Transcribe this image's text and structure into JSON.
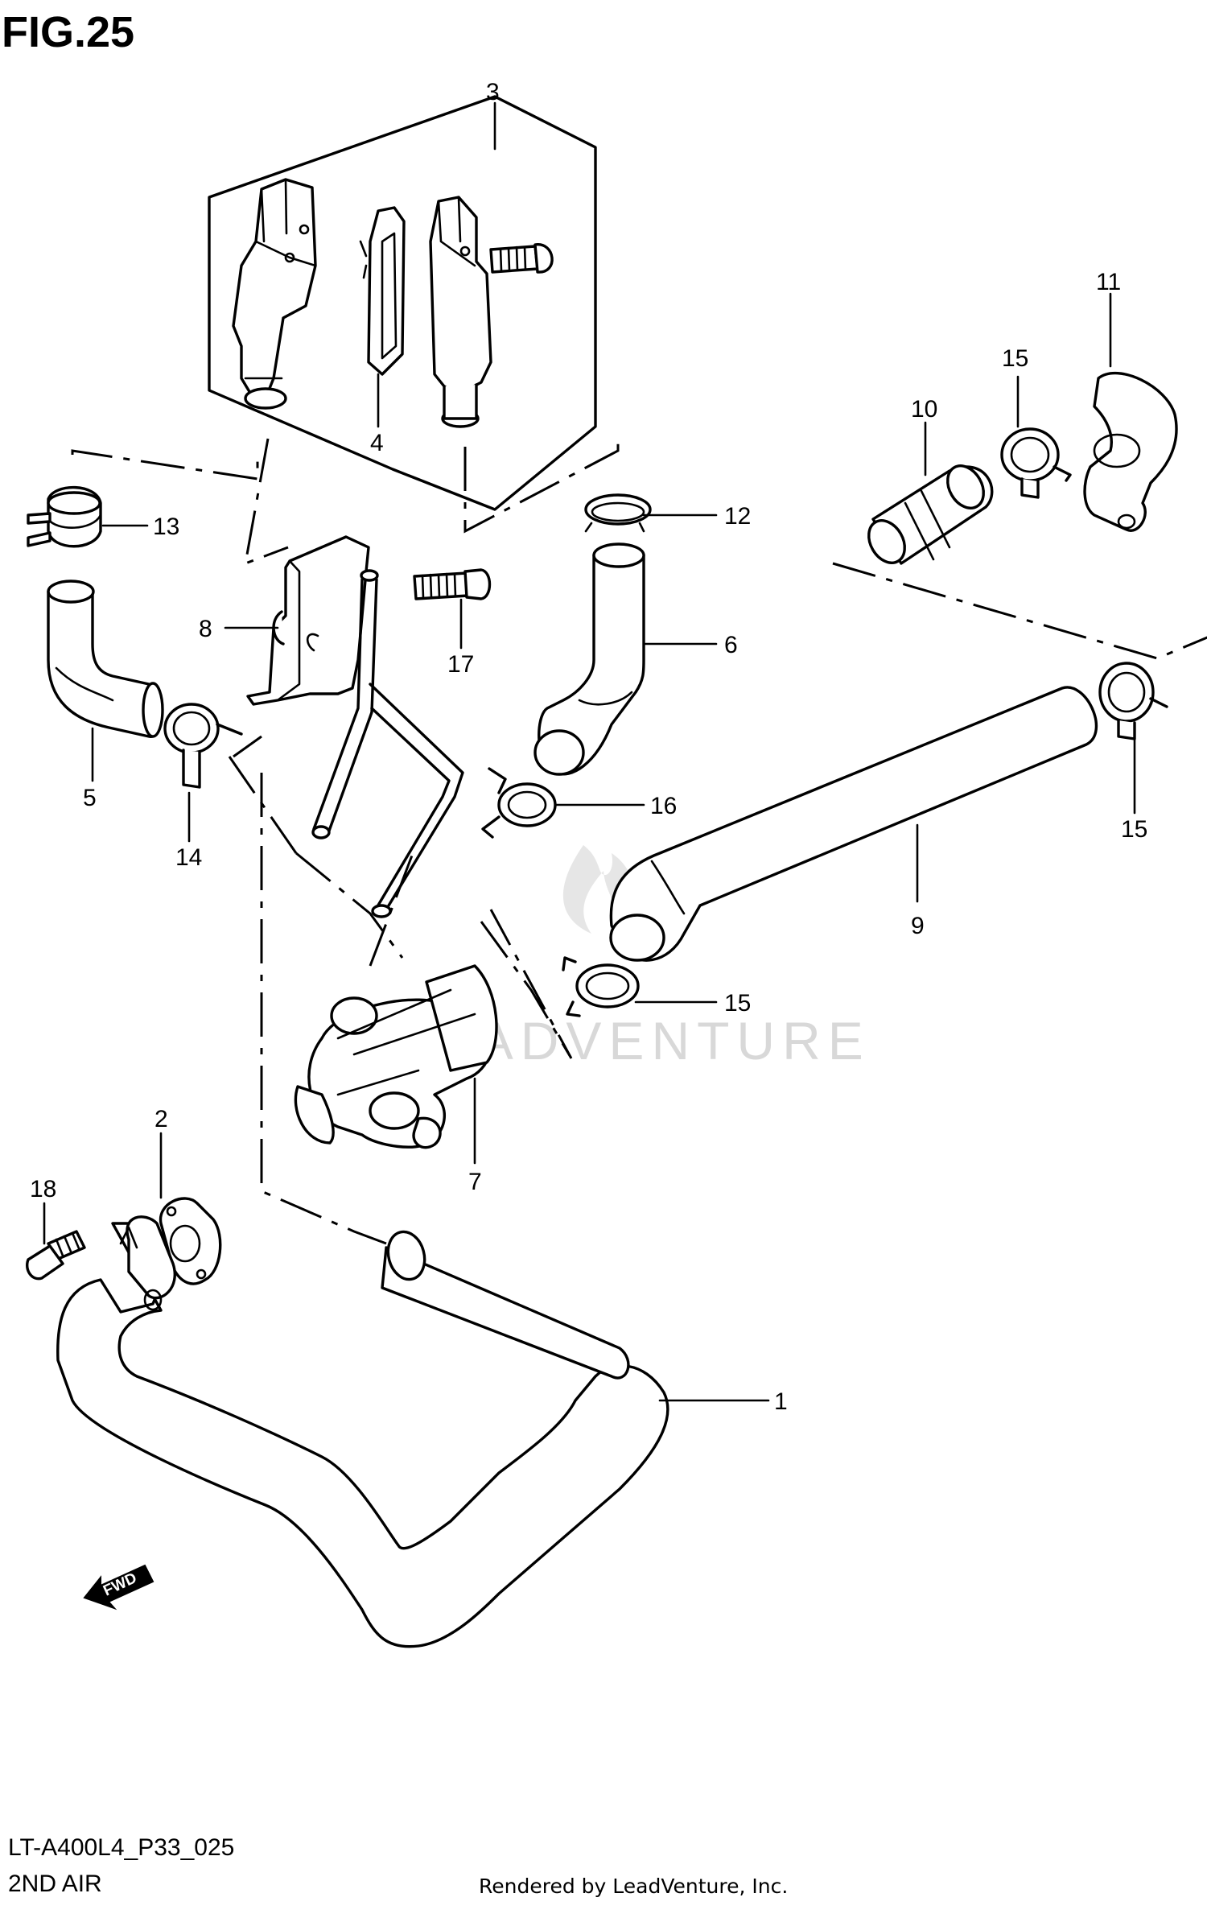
{
  "figure": {
    "title": "FIG.25",
    "model_code": "LT-A400L4_P33_025",
    "section_name": "2ND AIR",
    "credit": "Rendered by LeadVenture, Inc.",
    "watermark": "LEADVENTURE",
    "direction_marker": "FWD"
  },
  "callouts": [
    {
      "id": "1",
      "part": "hose"
    },
    {
      "id": "2",
      "part": "gasket"
    },
    {
      "id": "3",
      "part": "reed valve assembly"
    },
    {
      "id": "4",
      "part": "reed valve plate"
    },
    {
      "id": "5",
      "part": "hose"
    },
    {
      "id": "6",
      "part": "hose"
    },
    {
      "id": "7",
      "part": "solenoid valve"
    },
    {
      "id": "8",
      "part": "bracket"
    },
    {
      "id": "9",
      "part": "hose"
    },
    {
      "id": "10",
      "part": "joint"
    },
    {
      "id": "11",
      "part": "cap"
    },
    {
      "id": "12",
      "part": "clamp ring"
    },
    {
      "id": "13",
      "part": "clamp"
    },
    {
      "id": "14",
      "part": "clamp"
    },
    {
      "id": "15",
      "part": "clamp"
    },
    {
      "id": "16",
      "part": "clamp"
    },
    {
      "id": "17",
      "part": "bolt"
    },
    {
      "id": "18",
      "part": "bolt"
    }
  ],
  "colors": {
    "line": "#000000",
    "background": "#ffffff",
    "watermark": "#d8d8d8"
  }
}
